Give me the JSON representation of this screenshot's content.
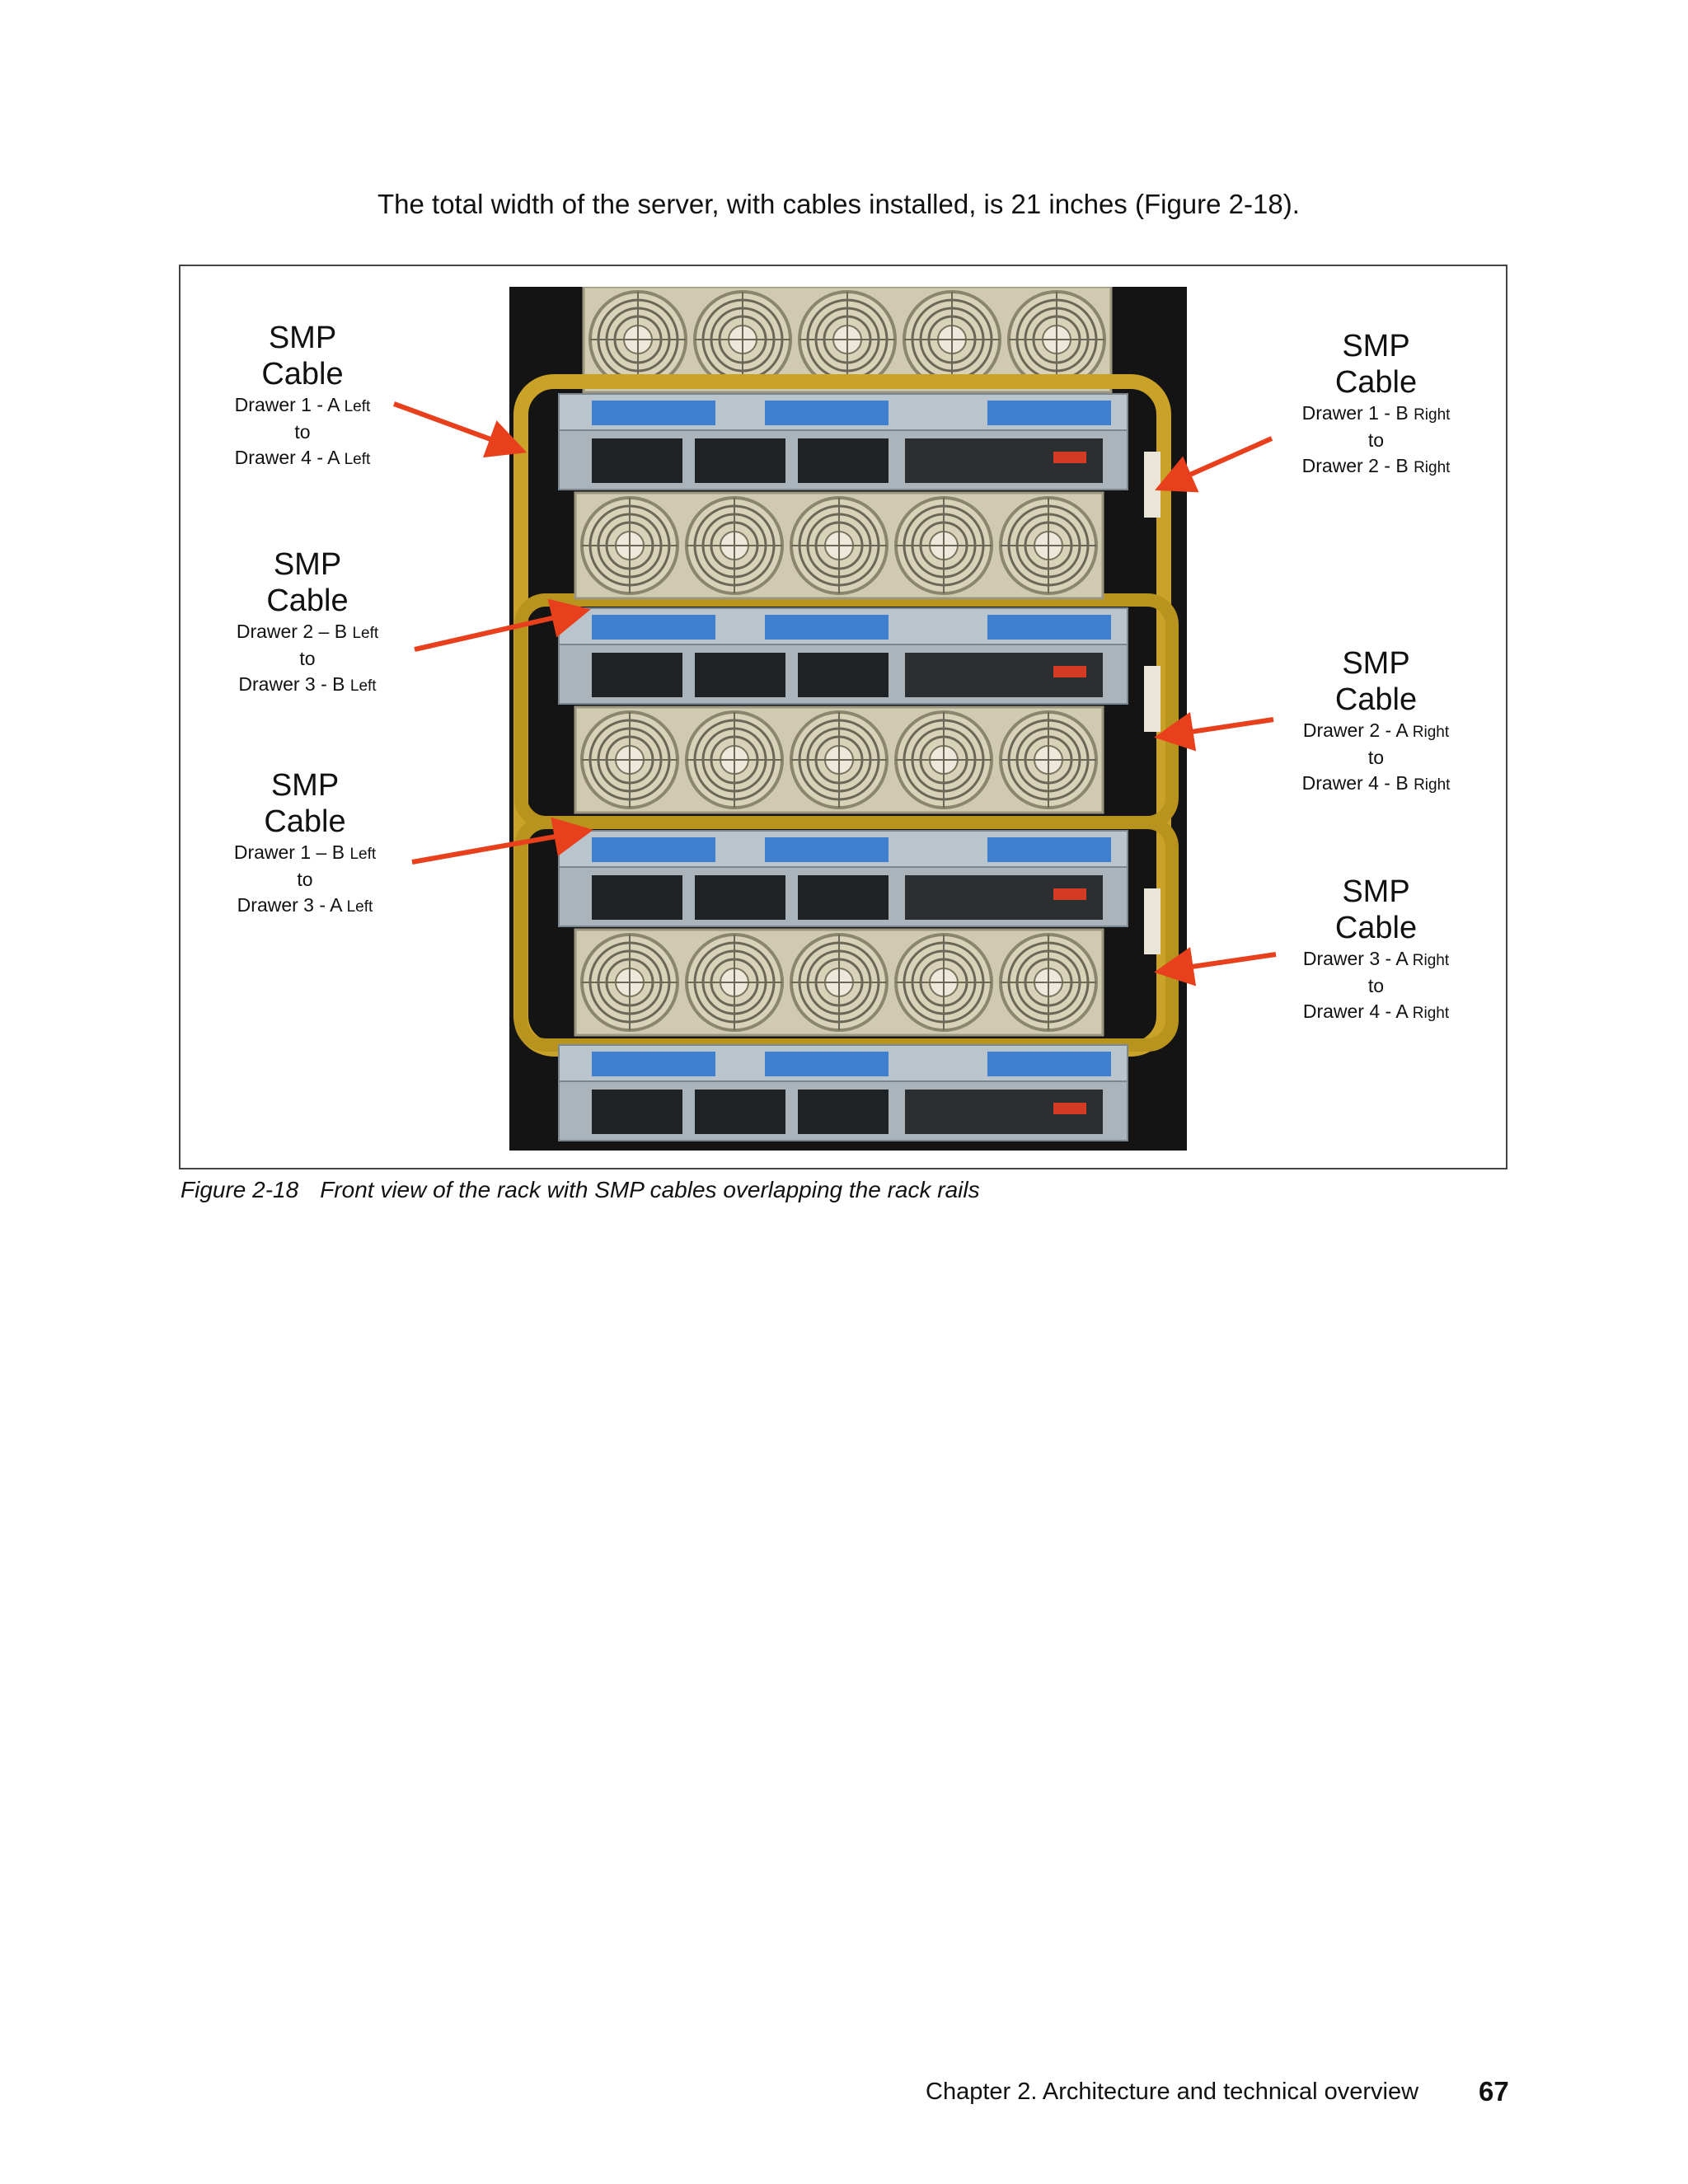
{
  "intro_text": "The total width of the server, with cables installed, is 21 inches (Figure 2-18).",
  "figure": {
    "photo_description_icon": "server-rack-photo",
    "labels": [
      {
        "title1": "SMP",
        "title2": "Cable",
        "line1_main": "Drawer 1  - A",
        "line1_side": "Left",
        "mid": "to",
        "line3_main": "Drawer 4  - A",
        "line3_side": "Left"
      },
      {
        "title1": "SMP",
        "title2": "Cable",
        "line1_main": "Drawer 2  – B",
        "line1_side": "Left",
        "mid": "to",
        "line3_main": "Drawer 3  - B",
        "line3_side": "Left"
      },
      {
        "title1": "SMP",
        "title2": "Cable",
        "line1_main": "Drawer 1  – B",
        "line1_side": "Left",
        "mid": "to",
        "line3_main": "Drawer 3  - A",
        "line3_side": "Left"
      },
      {
        "title1": "SMP",
        "title2": "Cable",
        "line1_main": "Drawer 1  - B",
        "line1_side": "Right",
        "mid": "to",
        "line3_main": "Drawer 2  - B",
        "line3_side": "Right"
      },
      {
        "title1": "SMP",
        "title2": "Cable",
        "line1_main": "Drawer 2  - A",
        "line1_side": "Right",
        "mid": "to",
        "line3_main": "Drawer 4  - B",
        "line3_side": "Right"
      },
      {
        "title1": "SMP",
        "title2": "Cable",
        "line1_main": "Drawer 3  - A",
        "line1_side": "Right",
        "mid": "to",
        "line3_main": "Drawer 4  - A",
        "line3_side": "Right"
      }
    ],
    "arrow_color": "#e8401c",
    "cable_color": "#c9a227",
    "caption_number": "Figure 2-18",
    "caption_text": "Front view of the rack with SMP cables overlapping the rack rails"
  },
  "footer": {
    "chapter": "Chapter 2. Architecture and technical overview",
    "page": "67"
  }
}
